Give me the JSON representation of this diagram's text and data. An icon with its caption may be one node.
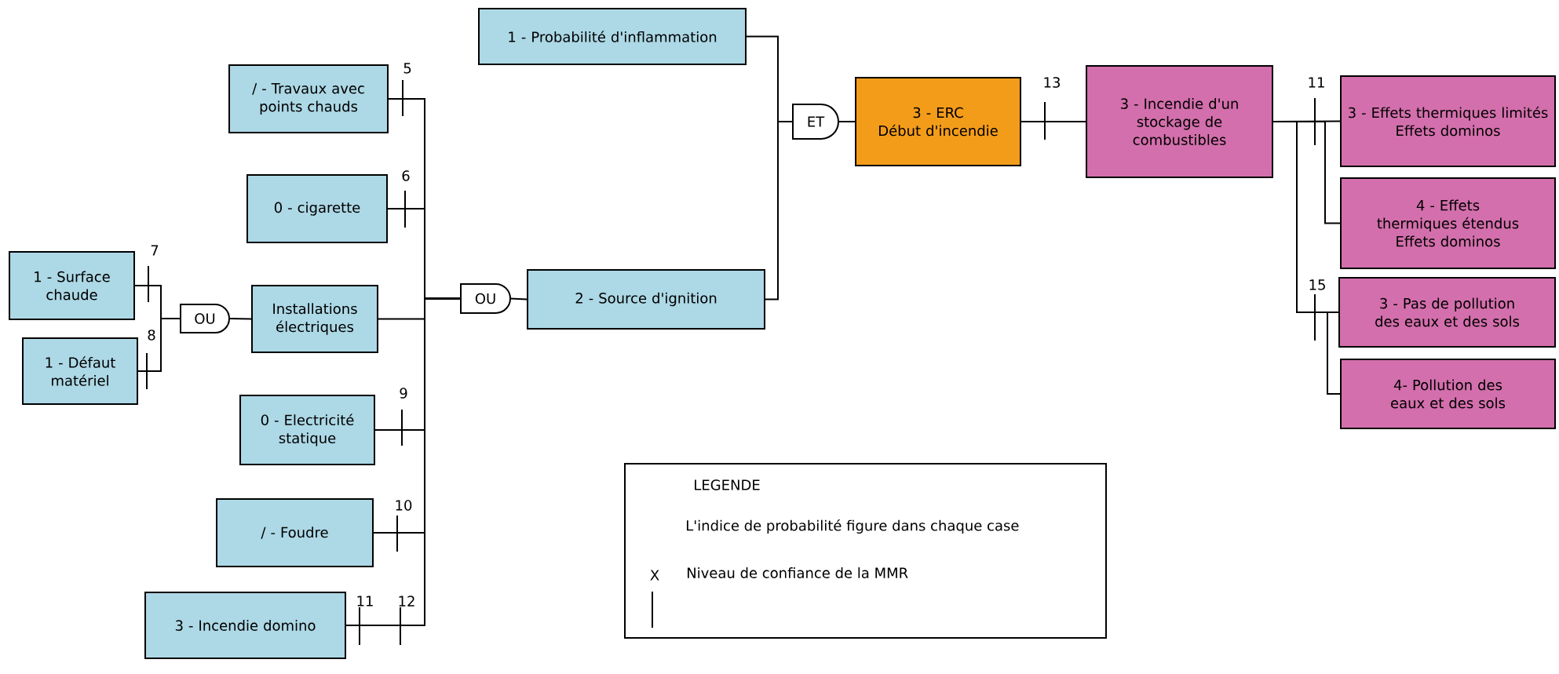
{
  "diagram": {
    "nodes": [
      {
        "text": [
          "/ - Travaux avec points chauds"
        ]
      },
      {
        "text": [
          "0 - cigarette"
        ]
      },
      {
        "text": [
          "1 - Surface chaude"
        ]
      },
      {
        "text": [
          "1 - Défaut matériel"
        ]
      },
      {
        "text": [
          "OU"
        ]
      },
      {
        "text": [
          "Installations électriques"
        ]
      },
      {
        "text": [
          "0 - Electricité statique"
        ]
      },
      {
        "text": [
          "/ - Foudre"
        ]
      },
      {
        "text": [
          "3 - Incendie domino"
        ]
      },
      {
        "text": [
          "OU"
        ]
      },
      {
        "text": [
          "1 - Probabilité d'inflammation"
        ]
      },
      {
        "text": [
          "2 - Source d'ignition"
        ]
      },
      {
        "text": [
          "ET"
        ]
      },
      {
        "text": [
          "3 - ERC",
          "Début d'incendie"
        ]
      },
      {
        "text": [
          "3 - Incendie d'un stockage de combustibles"
        ]
      },
      {
        "text": [
          "3 - Effets thermiques limités",
          "Effets dominos"
        ]
      },
      {
        "text": [
          "4 - Effets thermiques étendus",
          "Effets dominos"
        ]
      },
      {
        "text": [
          "3 - Pas de pollution des eaux et des sols"
        ]
      },
      {
        "text": [
          "4- Pollution des eaux et des sols"
        ]
      }
    ],
    "edges": [
      {
        "from": 0,
        "to": 9,
        "arrow": "none"
      },
      {
        "from": 1,
        "to": 9,
        "arrow": "none"
      },
      {
        "from": 2,
        "to": 4,
        "arrow": "none"
      },
      {
        "from": 3,
        "to": 4,
        "arrow": "none"
      },
      {
        "from": 4,
        "to": 5,
        "arrow": "none"
      },
      {
        "from": 5,
        "to": 9,
        "arrow": "none"
      },
      {
        "from": 6,
        "to": 9,
        "arrow": "none"
      },
      {
        "from": 7,
        "to": 9,
        "arrow": "none"
      },
      {
        "from": 8,
        "to": 9,
        "arrow": "none"
      },
      {
        "from": 9,
        "to": 11,
        "arrow": "none"
      },
      {
        "from": 10,
        "to": 12,
        "arrow": "none"
      },
      {
        "from": 11,
        "to": 12,
        "arrow": "none"
      },
      {
        "from": 12,
        "to": 13,
        "arrow": "none"
      },
      {
        "from": 13,
        "to": 14,
        "arrow": "none"
      },
      {
        "from": 14,
        "to": 15,
        "arrow": "none"
      },
      {
        "from": 14,
        "to": 16,
        "arrow": "none"
      },
      {
        "from": 14,
        "to": 17,
        "arrow": "none"
      },
      {
        "from": 14,
        "to": 18,
        "arrow": "none"
      }
    ],
    "labels": [
      "5",
      "13",
      "11",
      "6",
      "7",
      "15",
      "8",
      "9",
      "LEGENDE",
      "10",
      "X",
      "11",
      "12"
    ],
    "legend": [
      {
        "text": "L'indice de probabilité figure dans chaque case"
      },
      {
        "text": "Niveau de confiance de la MMR"
      }
    ]
  }
}
